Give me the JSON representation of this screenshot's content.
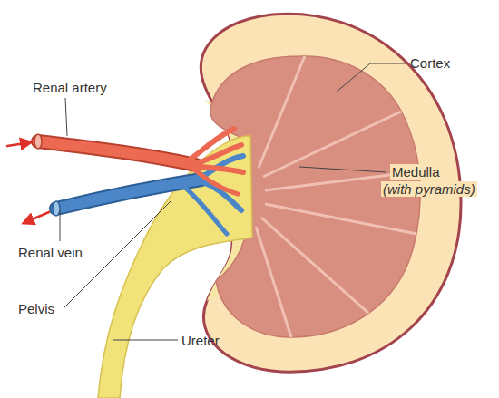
{
  "diagram": {
    "labels": [
      "Renal artery",
      "Renal vein",
      "Pelvis",
      "Ureter",
      "Cortex",
      "Medulla",
      "(with pyramids)"
    ]
  }
}
